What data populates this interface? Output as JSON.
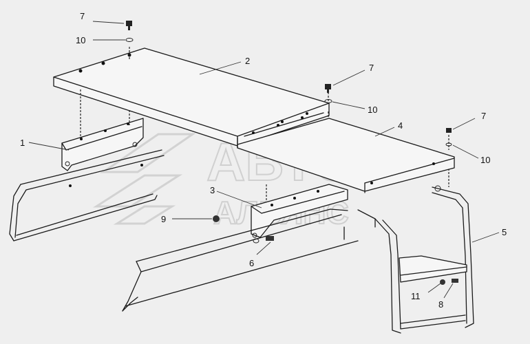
{
  "watermark": {
    "line1": "АВТО",
    "line2": "АЛЬЯНС"
  },
  "callouts": [
    {
      "id": "7a",
      "label": "7"
    },
    {
      "id": "10a",
      "label": "10"
    },
    {
      "id": "2",
      "label": "2"
    },
    {
      "id": "7b",
      "label": "7"
    },
    {
      "id": "10b",
      "label": "10"
    },
    {
      "id": "7c",
      "label": "7"
    },
    {
      "id": "1",
      "label": "1"
    },
    {
      "id": "4",
      "label": "4"
    },
    {
      "id": "10c",
      "label": "10"
    },
    {
      "id": "3",
      "label": "3"
    },
    {
      "id": "9",
      "label": "9"
    },
    {
      "id": "5",
      "label": "5"
    },
    {
      "id": "6",
      "label": "6"
    },
    {
      "id": "11",
      "label": "11"
    },
    {
      "id": "8",
      "label": "8"
    }
  ],
  "colors": {
    "background": "#efefef",
    "lines": "#1a1a1a",
    "watermark": "#d0d0d0"
  }
}
